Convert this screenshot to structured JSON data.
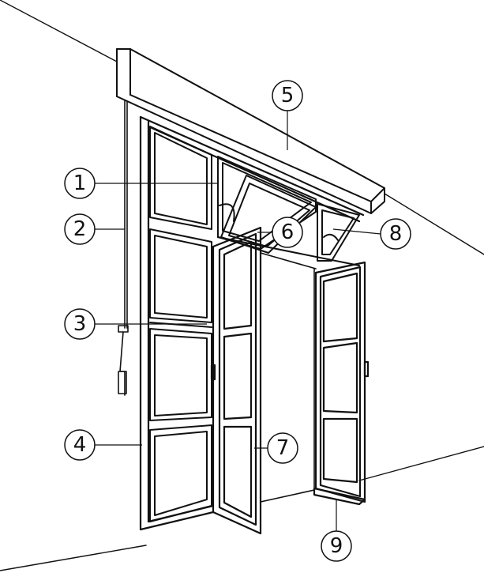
{
  "labels": [
    {
      "id": "1",
      "text": "1"
    },
    {
      "id": "2",
      "text": "2"
    },
    {
      "id": "3",
      "text": "3"
    },
    {
      "id": "4",
      "text": "4"
    },
    {
      "id": "5",
      "text": "5"
    },
    {
      "id": "6",
      "text": "6"
    },
    {
      "id": "7",
      "text": "7"
    },
    {
      "id": "8",
      "text": "8"
    },
    {
      "id": "9",
      "text": "9"
    }
  ],
  "colors": {
    "ink": "#111111",
    "background": "#ffffff"
  }
}
